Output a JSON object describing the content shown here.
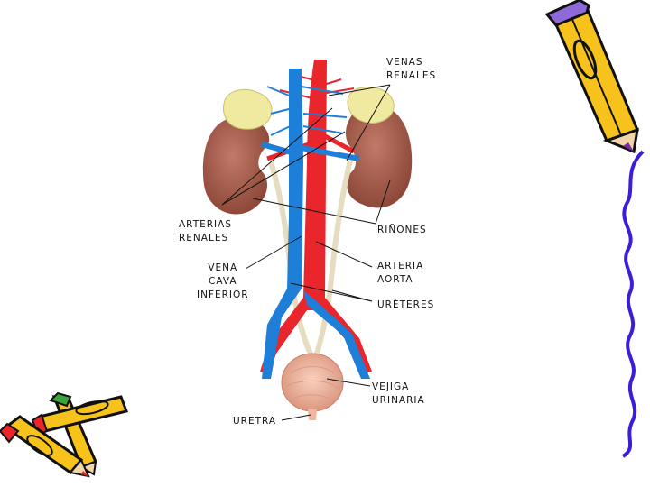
{
  "labels": {
    "venas_renales": "VENAS\nRENALES",
    "arterias_renales": "ARTERIAS\nRENALES",
    "rinones": "RIÑONES",
    "vena_cava_inferior": "VENA\nCAVA\nINFERIOR",
    "arteria_aorta": "ARTERIA\nAORTA",
    "ureteres": "URÉTERES",
    "vejiga_urinaria": "VEJIGA\nURINARIA",
    "uretra": "URETRA"
  },
  "colors": {
    "artery": "#e8262b",
    "vein": "#1e7fd8",
    "kidney": "#a85a4a",
    "adrenal": "#f0eaa0",
    "ureter": "#e6dcc0",
    "bladder": "#f0b6a0",
    "pencil_body": "#f6c21b",
    "squiggle": "#3a1fd8"
  },
  "icons": [
    "pencil-clipart-top-right",
    "pencil-clipart-bottom-left",
    "purple-squiggle-border"
  ]
}
